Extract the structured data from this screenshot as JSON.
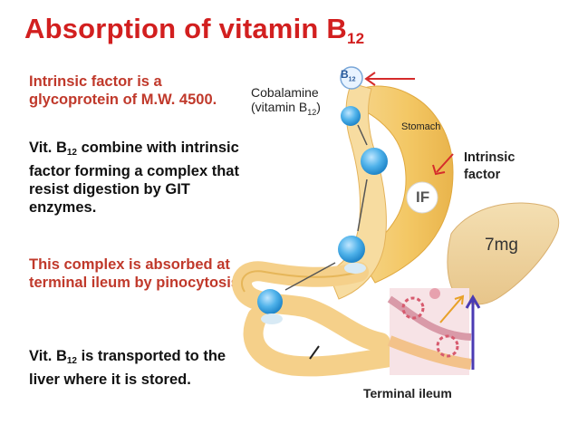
{
  "title": {
    "text": "Absorption of vitamin B",
    "sub": "12"
  },
  "paragraphs": {
    "p1": "Intrinsic factor is a glycoprotein of M.W. 4500.",
    "p2_a": "Vit. B",
    "p2_sub": "12",
    "p2_b": " combine with intrinsic factor forming a complex that resist digestion by GIT enzymes.",
    "p3": "This complex is absorbed at terminal ileum by pinocytosis.",
    "p4_a": "Vit. B",
    "p4_sub": "12",
    "p4_b": " is transported to the liver where it is stored."
  },
  "labels": {
    "cobalamine_1": "Cobalamine",
    "cobalamine_2": "(vitamin B",
    "cobalamine_sub": "12",
    "cobalamine_close": ")",
    "stomach": "Stomach",
    "intrinsic_1": "Intrinsic",
    "intrinsic_2": "factor",
    "b12_letter": "B",
    "b12_sub": "12",
    "if_letters": "IF",
    "liver_store": "7mg",
    "terminal_ileum": "Terminal ileum"
  },
  "colors": {
    "title": "#d21f1f",
    "red_text": "#c0392b",
    "stomach": "#f3cc72",
    "stomach_light": "#f8e6b8",
    "liver": "#f1d7a3",
    "complex": "#4fb2ea",
    "arrow_red": "#d52b2b",
    "arrow_blue": "#4b3bb3",
    "arrow_orange": "#e8a128",
    "cell_pink": "#e7a1ae"
  }
}
